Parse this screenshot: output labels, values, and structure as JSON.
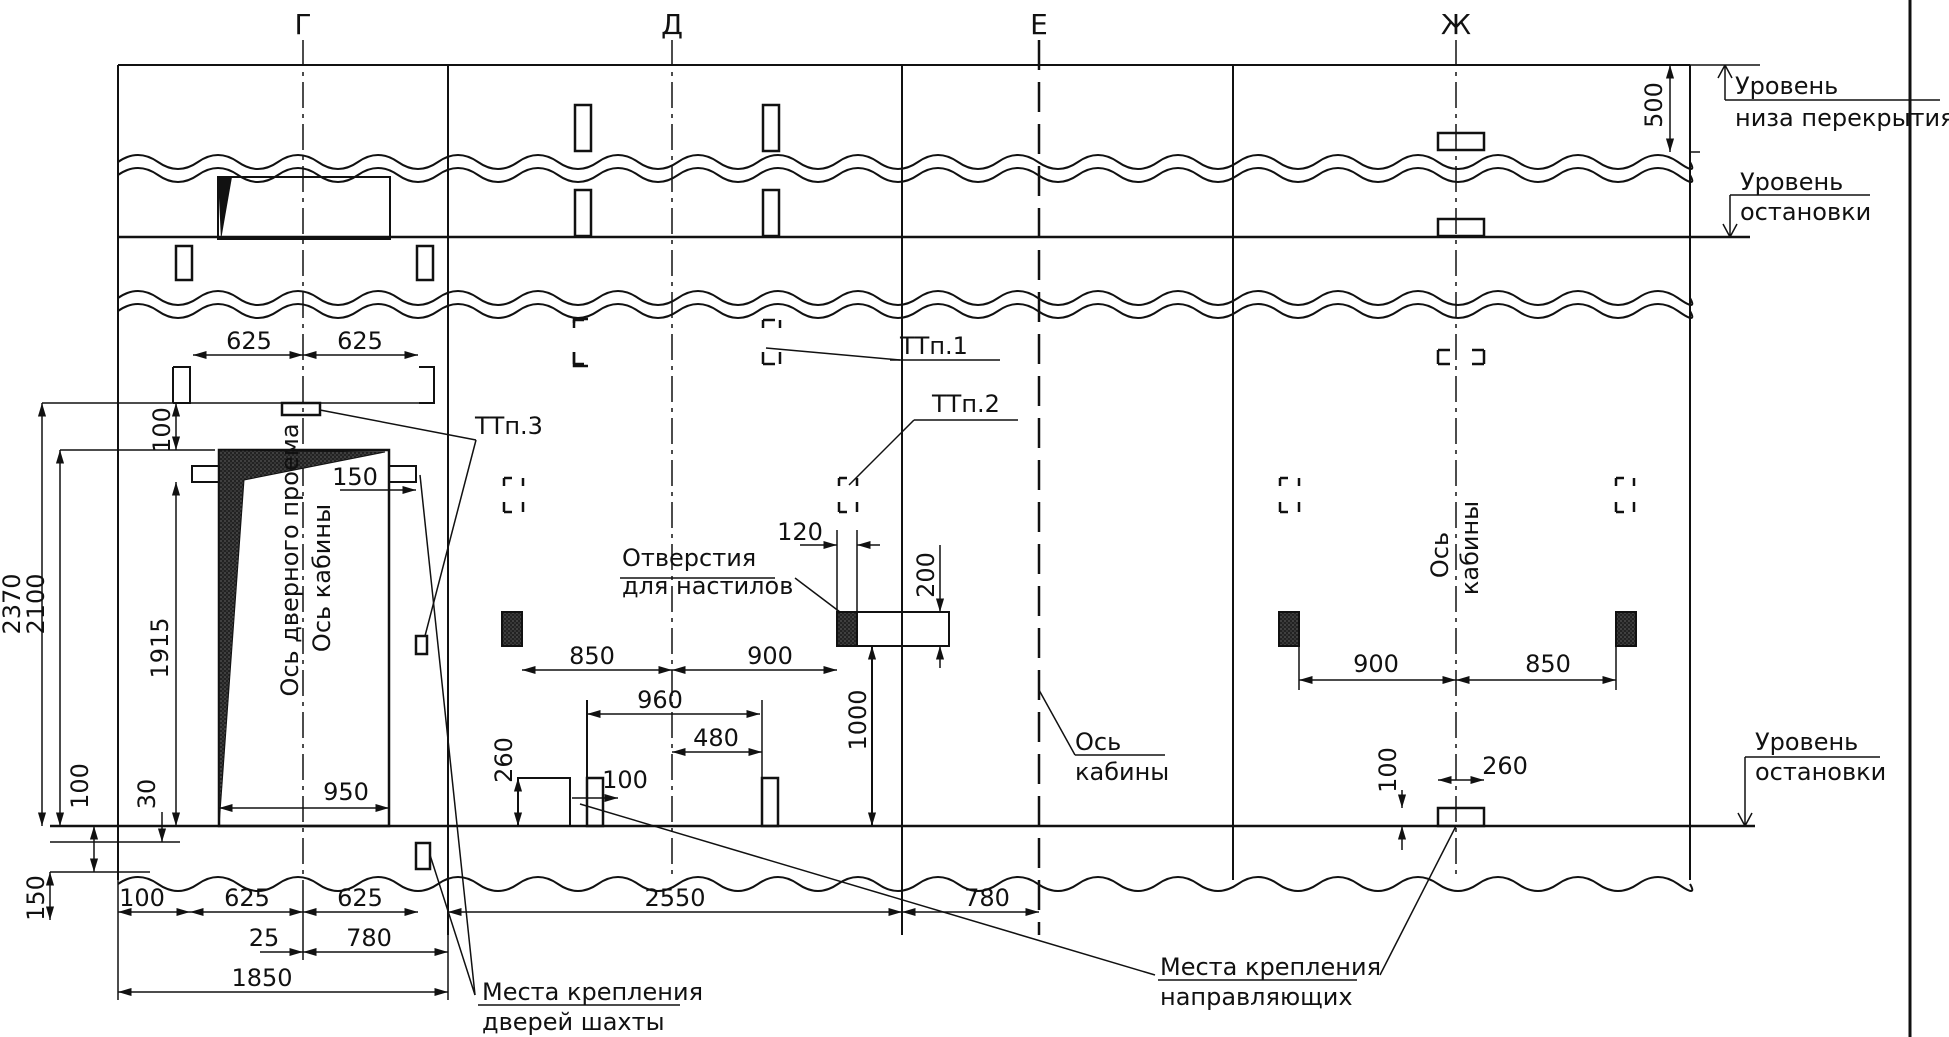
{
  "axes": [
    "Г",
    "Д",
    "Е",
    "Ж"
  ],
  "dimensions": {
    "d625_top_left": "625",
    "d625_top_right": "625",
    "d100_left": "100",
    "d150_door": "150",
    "d2370": "2370",
    "d2100": "2100",
    "d1915": "1915",
    "d100_bottom": "100",
    "d30": "30",
    "d950": "950",
    "d150_bottom": "150",
    "d100_base": "100",
    "d625_base_left": "625",
    "d625_base_right": "625",
    "d25": "25",
    "d780_left": "780",
    "d1850": "1850",
    "d120": "120",
    "d200": "200",
    "d850_mid": "850",
    "d900_mid": "900",
    "d960": "960",
    "d480": "480",
    "d260_mid": "260",
    "d100_mid": "100",
    "d1000": "1000",
    "d2550": "2550",
    "d780_mid": "780",
    "d500": "500",
    "d900_right": "900",
    "d850_right": "850",
    "d100_right": "100",
    "d260_right": "260"
  },
  "labels": {
    "ttp1": "ТТп.1",
    "ttp2": "ТТп.2",
    "ttp3": "ТТп.3",
    "holes_l1": "Отверстия",
    "holes_l2": "для настилов",
    "door_axis": "Ось дверного проема",
    "cabin_axis_rot": "Ось кабины",
    "cabin_axis_r1": "Ось",
    "cabin_axis_r2": "кабины",
    "cabin_axis_m1": "Ось",
    "cabin_axis_m2": "кабины",
    "level_floor_l1": "Уровень",
    "level_floor_l2": "низа перекрытия",
    "level_stop_top_l1": "Уровень",
    "level_stop_top_l2": "остановки",
    "level_stop_bot_l1": "Уровень",
    "level_stop_bot_l2": "остановки",
    "door_mount_l1": "Места крепления",
    "door_mount_l2": "дверей шахты",
    "guide_mount_l1": "Места крепления",
    "guide_mount_l2": "направляющих"
  }
}
